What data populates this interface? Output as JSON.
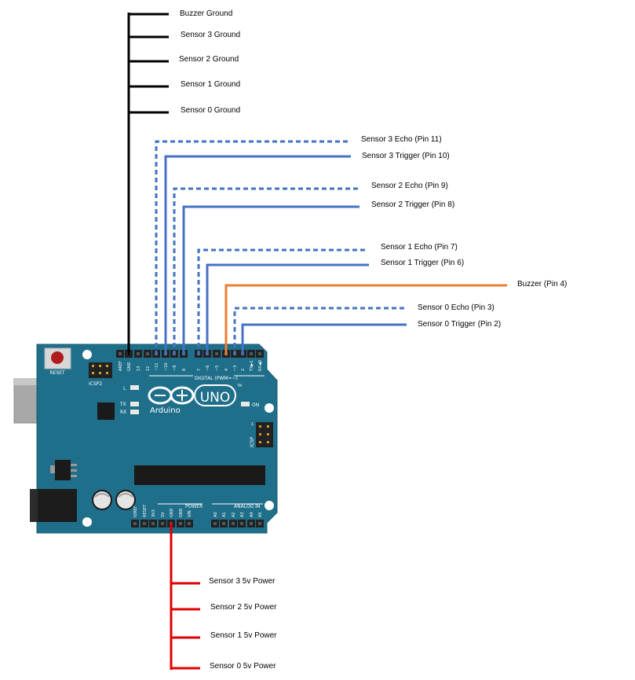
{
  "labels": {
    "buzzer_ground": "Buzzer Ground",
    "sensor3_ground": "Sensor 3 Ground",
    "sensor2_ground": "Sensor 2 Ground",
    "sensor1_ground": "Sensor 1 Ground",
    "sensor0_ground": "Sensor 0 Ground",
    "sensor3_echo": "Sensor 3 Echo (Pin 11)",
    "sensor3_trigger": "Sensor 3 Trigger (Pin 10)",
    "sensor2_echo": "Sensor 2 Echo (Pin 9)",
    "sensor2_trigger": "Sensor 2 Trigger (Pin 8)",
    "sensor1_echo": "Sensor 1 Echo (Pin 7)",
    "sensor1_trigger": "Sensor 1 Trigger (Pin 6)",
    "buzzer_pin": "Buzzer (Pin 4)",
    "sensor0_echo": "Sensor 0 Echo (Pin 3)",
    "sensor0_trigger": "Sensor 0 Trigger (Pin 2)",
    "sensor3_power": "Sensor 3 5v Power",
    "sensor2_power": "Sensor 2 5v Power",
    "sensor1_power": "Sensor 1 5v Power",
    "sensor0_power": "Sensor 0 5v Power"
  },
  "board": {
    "reset": "RESET",
    "icsp2": "ICSP2",
    "led_l": "L",
    "led_tx": "TX",
    "led_rx": "RX",
    "brand": "Arduino",
    "model": "UNO",
    "tm": "TM",
    "on_label": "ON",
    "icsp": "ICSP",
    "icsp_pin": "1",
    "digital": "DIGITAL (PWM=~)",
    "power": "POWER",
    "analog": "ANALOG IN",
    "top_pins": [
      "AREF",
      "GND",
      "13",
      "12",
      "~11",
      "~10",
      "~9",
      "8",
      "7",
      "~6",
      "~5",
      "4",
      "~3",
      "2",
      "TX▶1",
      "RX◀0"
    ],
    "power_pins": [
      "IOREF",
      "RESET",
      "3V3",
      "5V",
      "GND",
      "GND",
      "VIN"
    ],
    "analog_pins": [
      "A0",
      "A1",
      "A2",
      "A3",
      "A4",
      "A5"
    ]
  },
  "colors": {
    "board": "#1f6f8b",
    "ground_wire": "#000000",
    "signal_wire": "#4472c4",
    "buzzer_wire": "#ed7d31",
    "power_wire": "#e00000"
  }
}
